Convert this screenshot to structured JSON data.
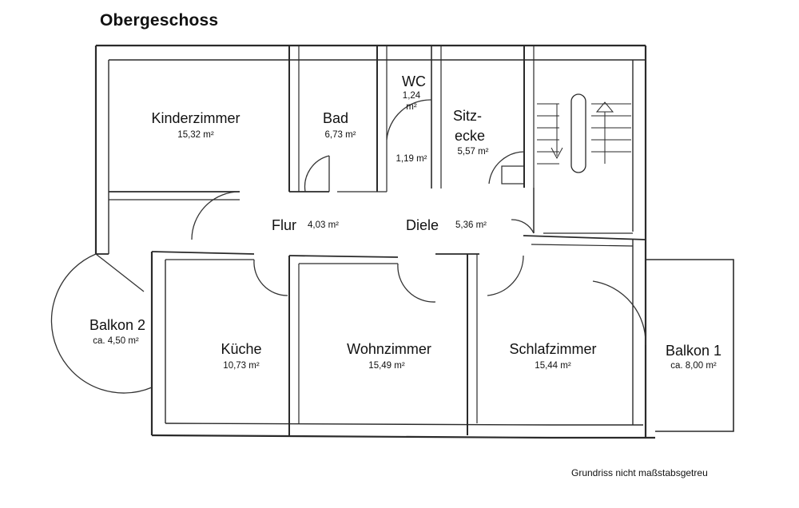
{
  "title": "Obergeschoss",
  "rooms": {
    "kinderzimmer": {
      "name": "Kinderzimmer",
      "area": "15,32 m²"
    },
    "bad": {
      "name": "Bad",
      "area": "6,73 m²"
    },
    "wc": {
      "name": "WC",
      "area_line1": "1,24",
      "area_line2": "m²"
    },
    "wc_vorraum": {
      "area": "1,19 m²"
    },
    "sitzecke": {
      "name_line1": "Sitz-",
      "name_line2": "ecke",
      "area": "5,57 m²"
    },
    "flur": {
      "name": "Flur",
      "area": "4,03 m²"
    },
    "diele": {
      "name": "Diele",
      "area": "5,36 m²"
    },
    "balkon2": {
      "name": "Balkon 2",
      "area": "ca. 4,50 m²"
    },
    "kueche": {
      "name": "Küche",
      "area": "10,73 m²"
    },
    "wohnzimmer": {
      "name": "Wohnzimmer",
      "area": "15,49 m²"
    },
    "schlafzimmer": {
      "name": "Schlafzimmer",
      "area": "15,44 m²"
    },
    "balkon1": {
      "name": "Balkon 1",
      "area": "ca. 8,00 m²"
    }
  },
  "note": "Grundriss nicht maßstabsgetreu",
  "colors": {
    "wall": "#2a2a2a",
    "background": "#ffffff",
    "text": "#111111"
  }
}
